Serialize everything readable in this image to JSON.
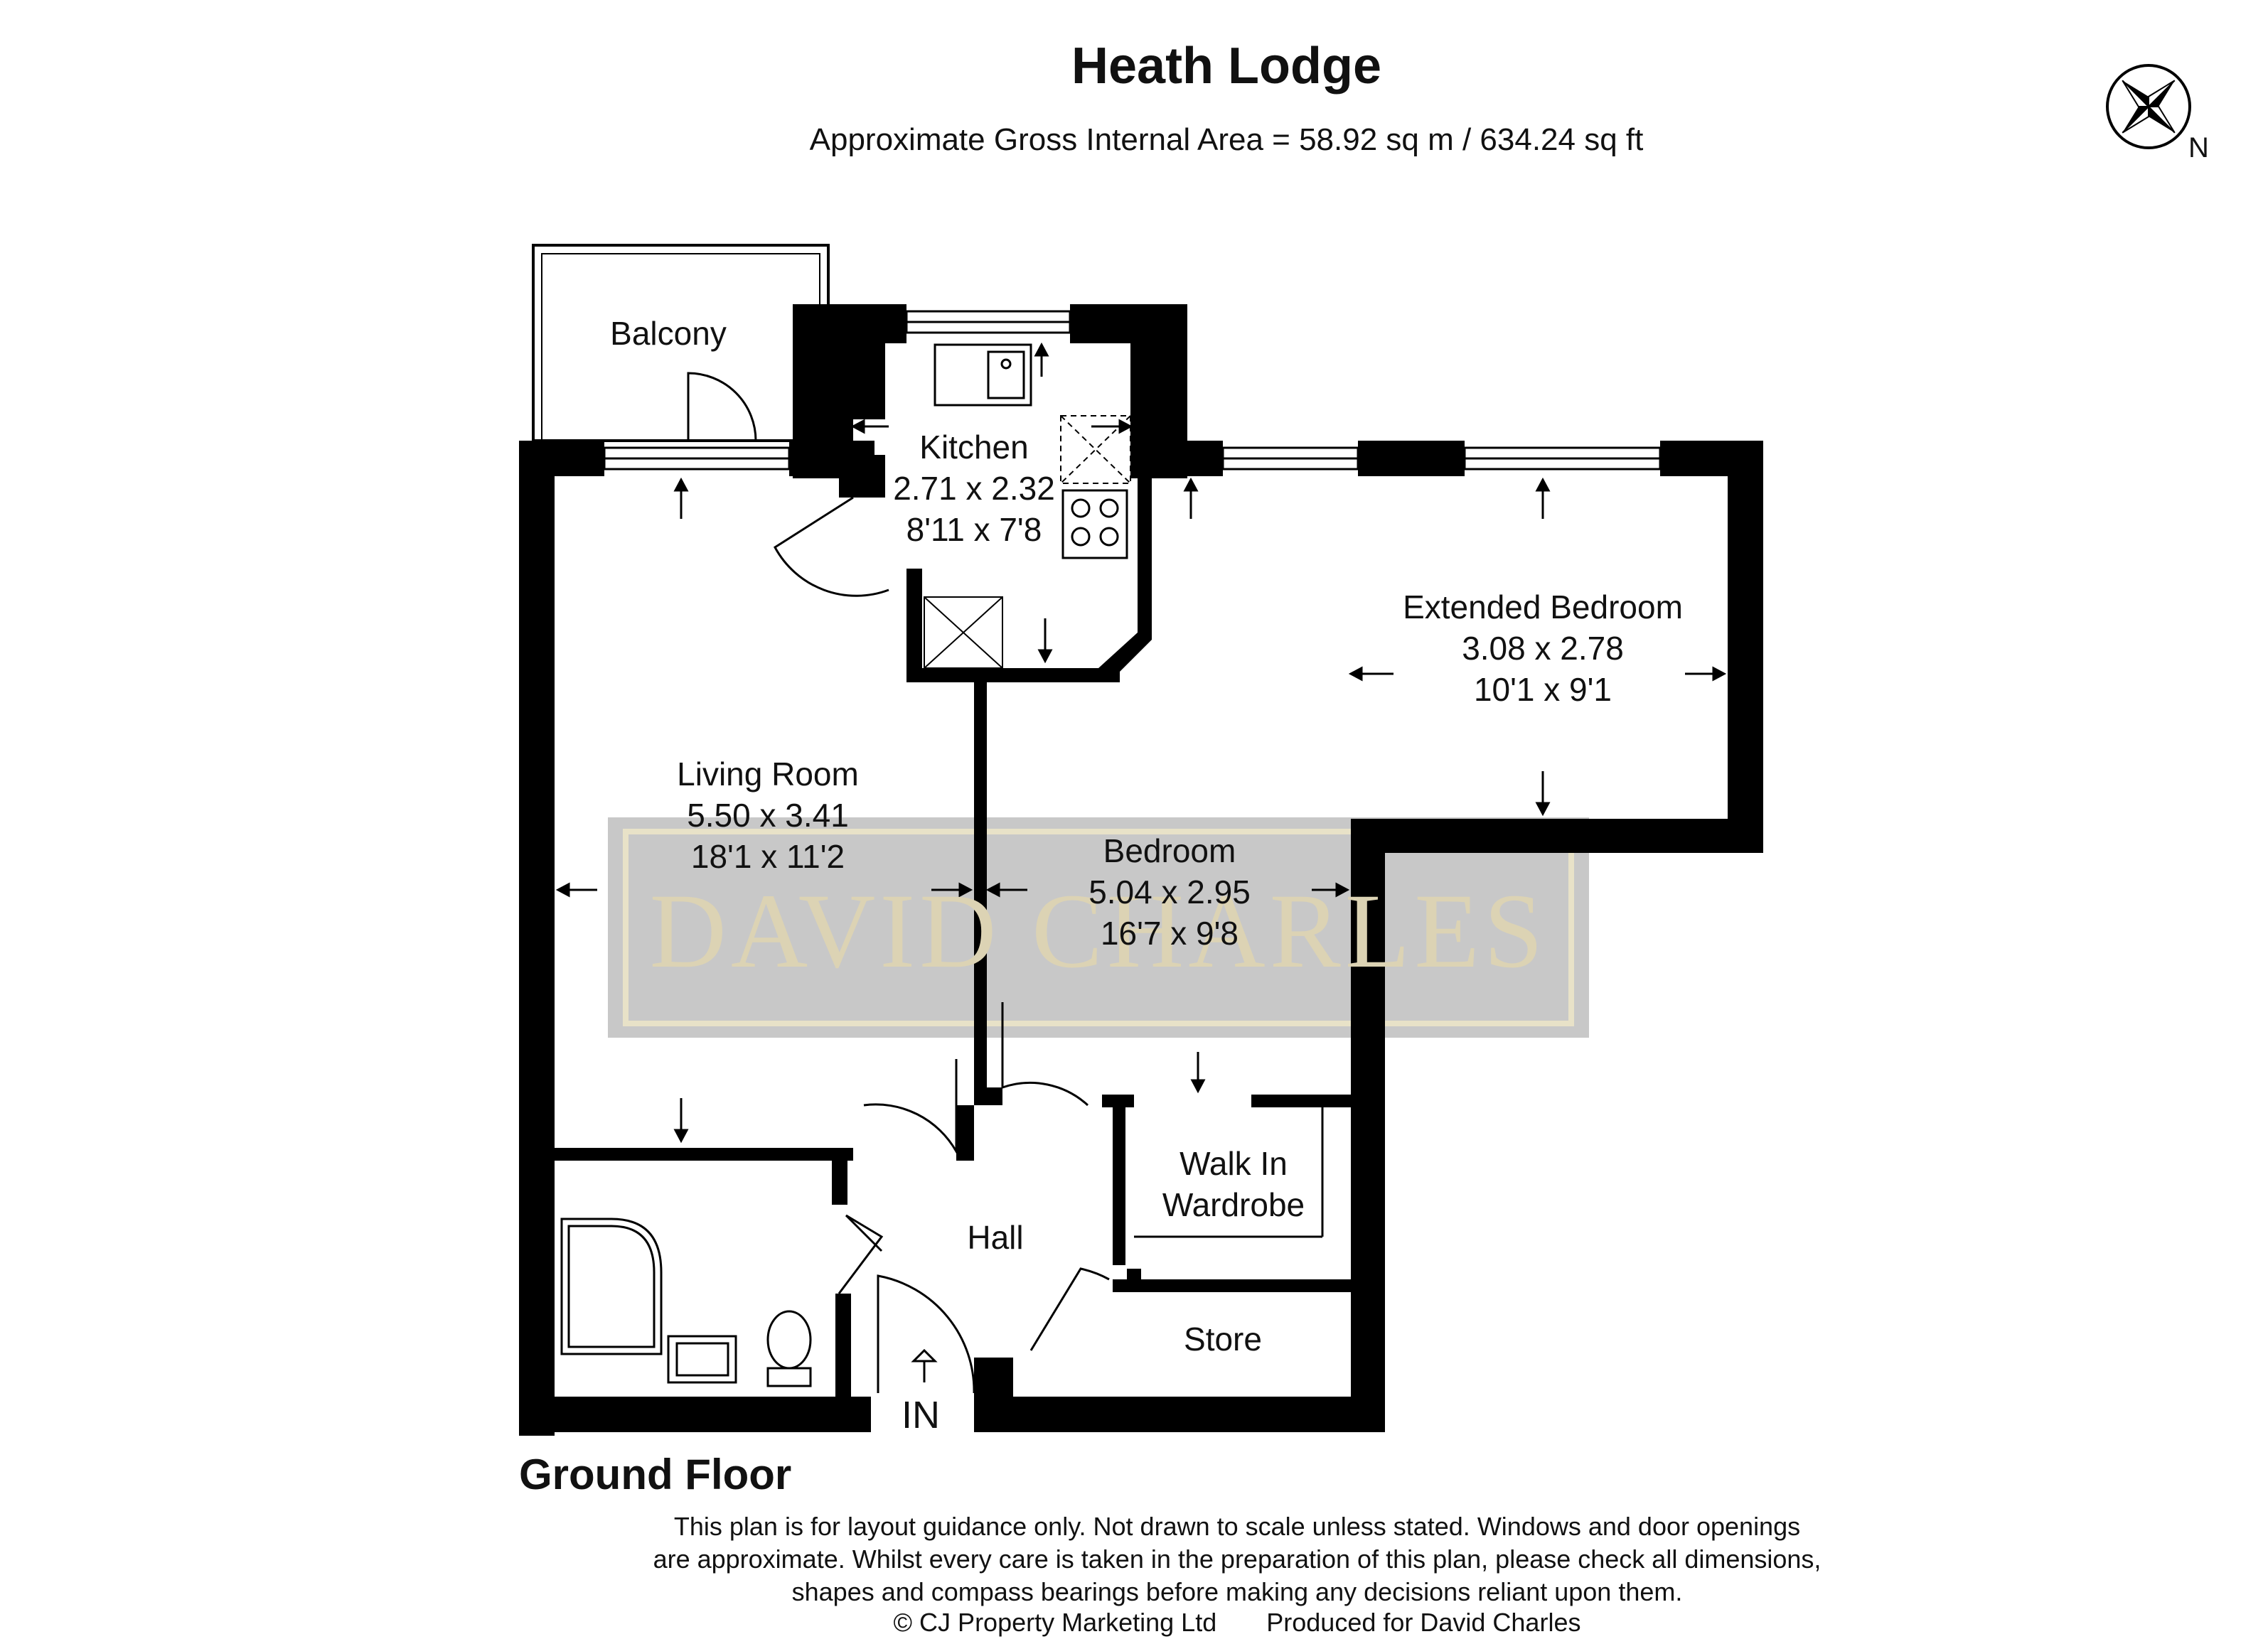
{
  "title": "Heath Lodge",
  "subtitle": "Approximate Gross Internal Area = 58.92 sq m / 634.24 sq ft",
  "compass": {
    "label": "N",
    "icon": "compass-rose-icon"
  },
  "watermark": "DAVID CHARLES",
  "rooms": {
    "balcony": {
      "name": "Balcony"
    },
    "kitchen": {
      "name": "Kitchen",
      "metric": "2.71 x 2.32",
      "imperial": "8'11 x 7'8"
    },
    "extended_bedroom": {
      "name": "Extended Bedroom",
      "metric": "3.08 x 2.78",
      "imperial": "10'1 x 9'1"
    },
    "living_room": {
      "name": "Living Room",
      "metric": "5.50 x 3.41",
      "imperial": "18'1 x 11'2"
    },
    "bedroom": {
      "name": "Bedroom",
      "metric": "5.04 x 2.95",
      "imperial": "16'7 x 9'8"
    },
    "walk_in_wardrobe": {
      "line1": "Walk In",
      "line2": "Wardrobe"
    },
    "hall": {
      "name": "Hall"
    },
    "store": {
      "name": "Store"
    }
  },
  "entrance_label": "IN",
  "floor_label": "Ground Floor",
  "disclaimer": {
    "line1": "This plan is for layout guidance only. Not drawn to scale unless stated. Windows and door openings",
    "line2": "are approximate. Whilst every care is taken in the preparation of this plan, please check all dimensions,",
    "line3": "shapes and compass bearings before making any decisions reliant upon them."
  },
  "credits": {
    "copyright": "© CJ Property Marketing Ltd",
    "produced": "Produced for David Charles"
  },
  "colors": {
    "wall": "#000000",
    "watermark_bg": "#c9c9c9",
    "watermark_frame": "#e8e2c8",
    "watermark_text": "#dcd3b4"
  }
}
